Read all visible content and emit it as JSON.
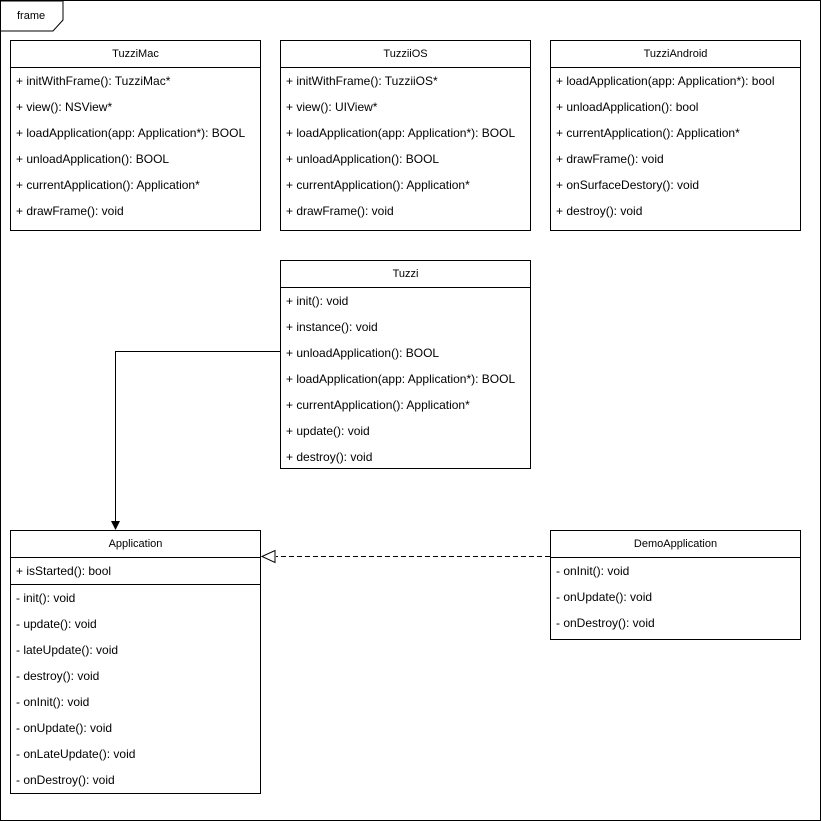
{
  "frame": {
    "label": "frame"
  },
  "classes": {
    "tuzzi_mac": {
      "name": "TuzziMac",
      "members": [
        "+ initWithFrame(): TuzziMac*",
        "+ view(): NSView*",
        "+ loadApplication(app: Application*): BOOL",
        "+ unloadApplication(): BOOL",
        "+ currentApplication(): Application*",
        "+ drawFrame(): void"
      ]
    },
    "tuzzi_ios": {
      "name": "TuzziiOS",
      "members": [
        "+ initWithFrame(): TuzziiOS*",
        "+ view(): UIView*",
        "+ loadApplication(app: Application*): BOOL",
        "+ unloadApplication(): BOOL",
        "+ currentApplication(): Application*",
        "+ drawFrame(): void"
      ]
    },
    "tuzzi_android": {
      "name": "TuzziAndroid",
      "members": [
        "+ loadApplication(app: Application*): bool",
        "+ unloadApplication(): bool",
        "+ currentApplication(): Application*",
        "+ drawFrame(): void",
        "+ onSurfaceDestory(): void",
        "+ destroy(): void"
      ]
    },
    "tuzzi": {
      "name": "Tuzzi",
      "members": [
        "+ init(): void",
        "+ instance(): void",
        "+ unloadApplication(): BOOL",
        "+ loadApplication(app: Application*): BOOL",
        "+ currentApplication(): Application*",
        "+ update(): void",
        "+ destroy(): void"
      ]
    },
    "application": {
      "name": "Application",
      "public_members": [
        "+ isStarted(): bool"
      ],
      "private_members": [
        "- init(): void",
        "- update(): void",
        "- lateUpdate(): void",
        "- destroy(): void",
        "- onInit(): void",
        "- onUpdate(): void",
        "- onLateUpdate(): void",
        "- onDestroy(): void"
      ]
    },
    "demo_application": {
      "name": "DemoApplication",
      "members": [
        "- onInit(): void",
        "- onUpdate(): void",
        "- onDestroy(): void"
      ]
    }
  },
  "colors": {
    "stroke": "#000000",
    "background": "#ffffff"
  }
}
